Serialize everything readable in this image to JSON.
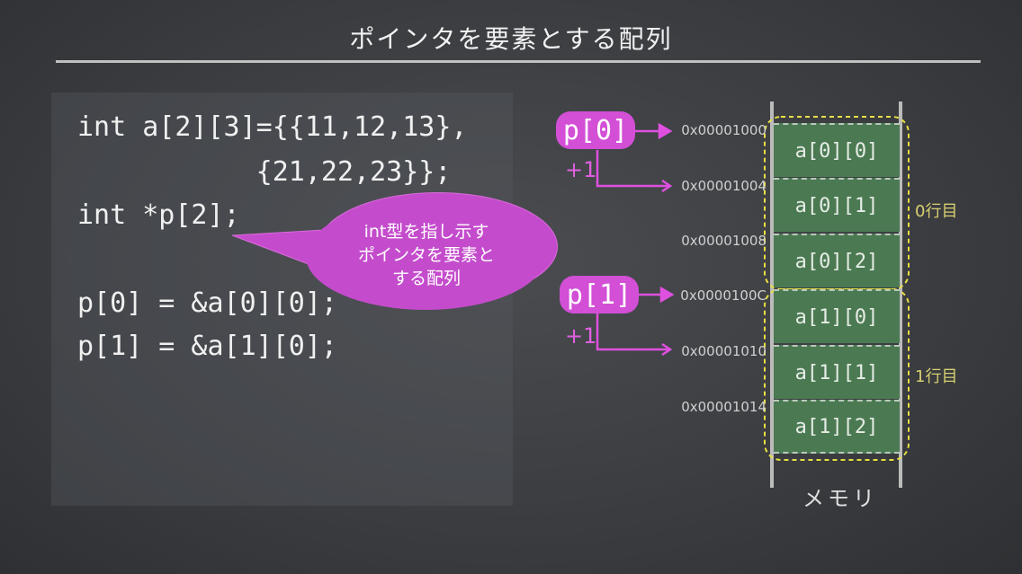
{
  "title": "ポインタを要素とする配列",
  "code": [
    "int a[2][3]={{11,12,13},",
    "           {21,22,23}};",
    "int *p[2];",
    "p[0] = &a[0][0];",
    "p[1] = &a[1][0];"
  ],
  "callout": {
    "lines": [
      "int型を指し示す",
      "ポインタを要素と",
      "する配列"
    ]
  },
  "pointers": [
    {
      "label": "p[0]",
      "step": "+1"
    },
    {
      "label": "p[1]",
      "step": "+1"
    }
  ],
  "addresses": [
    "0x00001000",
    "0x00001004",
    "0x00001008",
    "0x0000100C",
    "0x00001010",
    "0x00001014"
  ],
  "cells": [
    "a[0][0]",
    "a[0][1]",
    "a[0][2]",
    "a[1][0]",
    "a[1][1]",
    "a[1][2]"
  ],
  "rows": [
    "0行目",
    "1行目"
  ],
  "memory_label": "メモリ",
  "colors": {
    "pointer": "#d24fd6",
    "cell": "#4b7a52",
    "row_outline": "#e8e040"
  }
}
